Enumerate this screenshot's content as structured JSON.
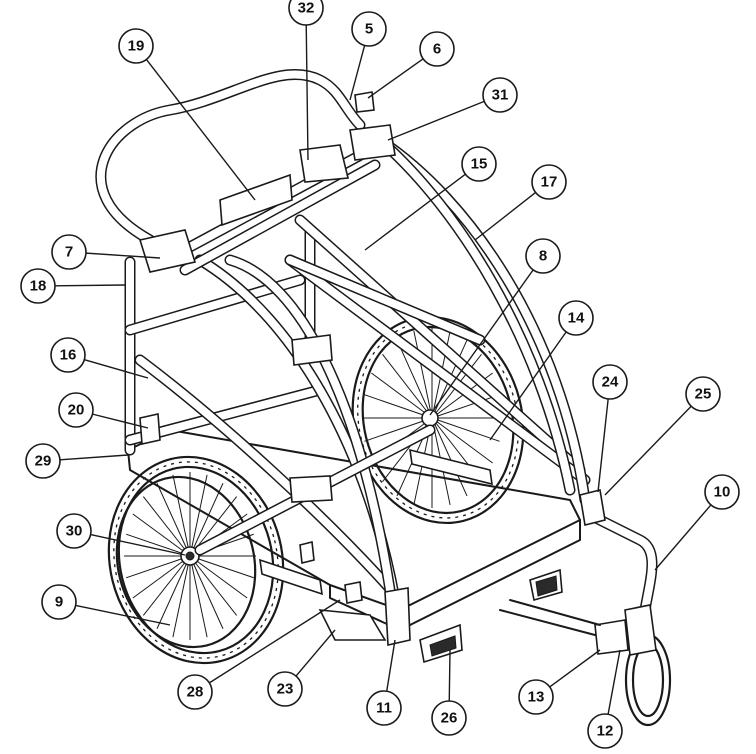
{
  "diagram": {
    "callouts": [
      {
        "id": "c32",
        "label": "32"
      },
      {
        "id": "c5",
        "label": "5"
      },
      {
        "id": "c19",
        "label": "19"
      },
      {
        "id": "c6",
        "label": "6"
      },
      {
        "id": "c31",
        "label": "31"
      },
      {
        "id": "c15",
        "label": "15"
      },
      {
        "id": "c17",
        "label": "17"
      },
      {
        "id": "c7",
        "label": "7"
      },
      {
        "id": "c8",
        "label": "8"
      },
      {
        "id": "c18",
        "label": "18"
      },
      {
        "id": "c14",
        "label": "14"
      },
      {
        "id": "c16",
        "label": "16"
      },
      {
        "id": "c24",
        "label": "24"
      },
      {
        "id": "c25",
        "label": "25"
      },
      {
        "id": "c20",
        "label": "20"
      },
      {
        "id": "c29",
        "label": "29"
      },
      {
        "id": "c10",
        "label": "10"
      },
      {
        "id": "c30",
        "label": "30"
      },
      {
        "id": "c9",
        "label": "9"
      },
      {
        "id": "c28",
        "label": "28"
      },
      {
        "id": "c23",
        "label": "23"
      },
      {
        "id": "c11",
        "label": "11"
      },
      {
        "id": "c26",
        "label": "26"
      },
      {
        "id": "c13",
        "label": "13"
      },
      {
        "id": "c12",
        "label": "12"
      }
    ]
  }
}
